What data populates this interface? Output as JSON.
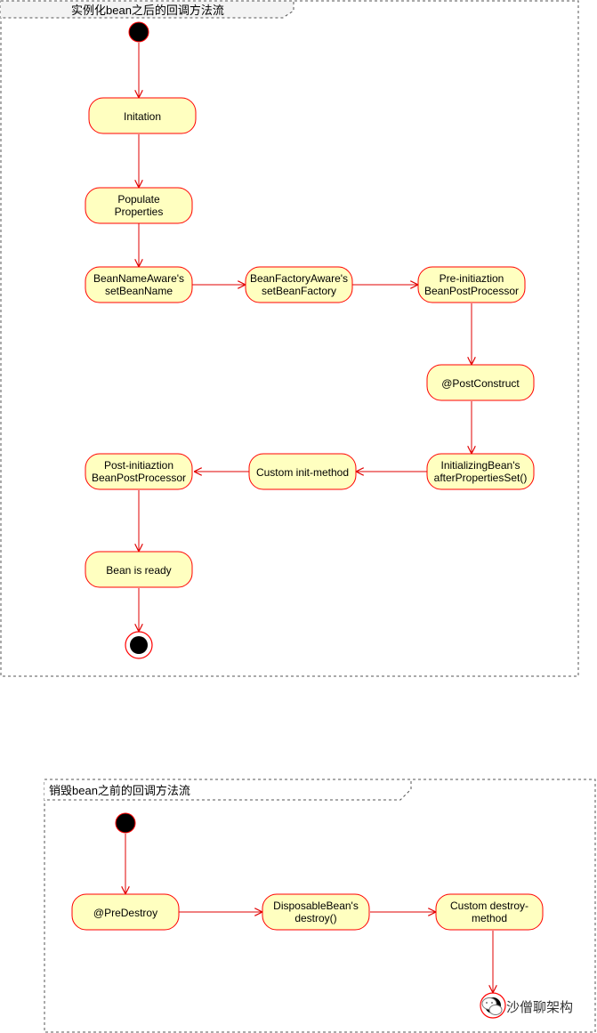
{
  "frames": {
    "init": {
      "title": "实例化bean之后的回调方法流"
    },
    "destroy": {
      "title": "销毁bean之前的回调方法流"
    }
  },
  "nodes": {
    "initiation": {
      "lines": [
        "Initation"
      ]
    },
    "populate": {
      "lines": [
        "Populate",
        "Properties"
      ]
    },
    "bean_name_aware": {
      "lines": [
        "BeanNameAware's",
        "setBeanName"
      ]
    },
    "bean_factory_aware": {
      "lines": [
        "BeanFactoryAware's",
        "setBeanFactory"
      ]
    },
    "pre_init": {
      "lines": [
        "Pre-initiaztion",
        "BeanPostProcessor"
      ]
    },
    "post_construct": {
      "lines": [
        "@PostConstruct"
      ]
    },
    "initializing_bean": {
      "lines": [
        "InitializingBean's",
        "afterPropertiesSet()"
      ]
    },
    "custom_init": {
      "lines": [
        "Custom init-method"
      ]
    },
    "post_init": {
      "lines": [
        "Post-initiaztion",
        "BeanPostProcessor"
      ]
    },
    "bean_ready": {
      "lines": [
        "Bean is ready"
      ]
    },
    "pre_destroy": {
      "lines": [
        "@PreDestroy"
      ]
    },
    "disposable_bean": {
      "lines": [
        "DisposableBean's",
        "destroy()"
      ]
    },
    "custom_destroy": {
      "lines": [
        "Custom destroy-",
        "method"
      ]
    }
  },
  "watermark": {
    "text": "沙僧聊架构",
    "icon": "wechat-icon"
  },
  "colors": {
    "node_fill": "#ffffc0",
    "node_stroke": "#ff0000",
    "arrow": "#e00000",
    "frame_stroke": "#555555",
    "start_fill": "#000000"
  }
}
